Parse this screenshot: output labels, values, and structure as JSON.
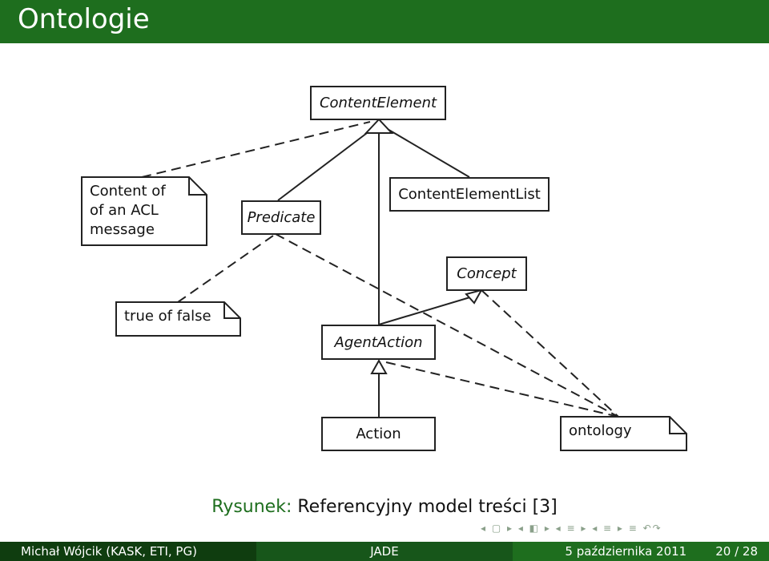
{
  "slide": {
    "title": "Ontologie"
  },
  "diagram": {
    "classes": {
      "content_element": "ContentElement",
      "predicate": "Predicate",
      "content_element_list": "ContentElementList",
      "concept": "Concept",
      "agent_action": "AgentAction",
      "action": "Action"
    },
    "notes": {
      "acl_message": "Content of\nof an ACL\nmessage",
      "true_false": "true of false",
      "ontology": "ontology"
    }
  },
  "caption": {
    "label": "Rysunek:",
    "text": "Referencyjny model treści [3]"
  },
  "navigation": {
    "symbols": "◂ ▢ ▸ ◂ ◧ ▸ ◂ ≡ ▸ ◂ ≡ ▸ ≡ ↶↷"
  },
  "footer": {
    "author": "Michał Wójcik (KASK, ETI, PG)",
    "topic": "JADE",
    "date": "5 października 2011",
    "page": "20 / 28"
  },
  "colors": {
    "header": "#1e6e1e",
    "footer_dark": "#0f3d0f",
    "footer_mid": "#17561a",
    "caption_label": "#1e6e1e"
  }
}
